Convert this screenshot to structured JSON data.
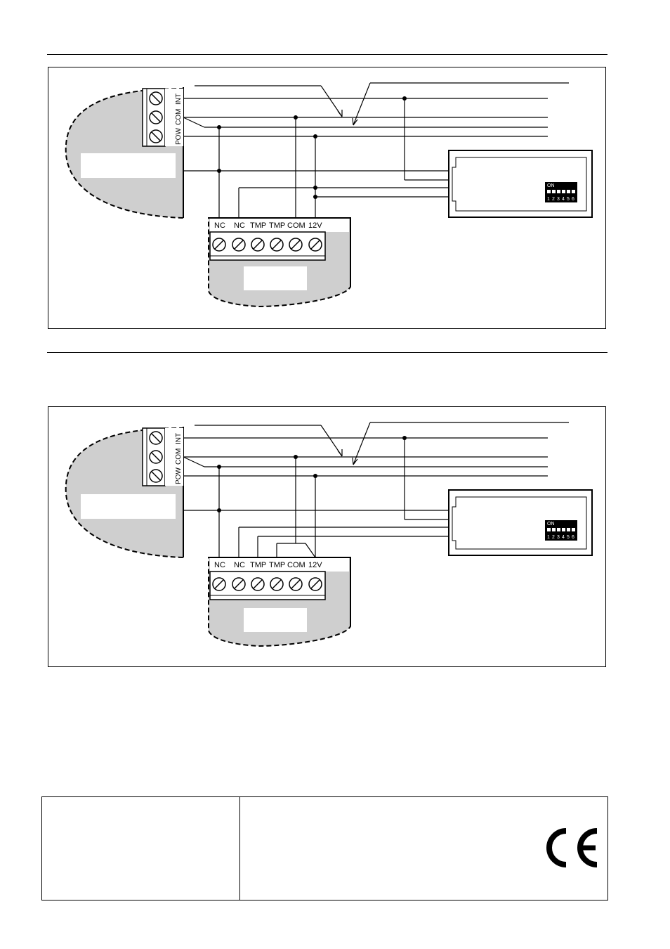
{
  "diagrams": [
    {
      "id": "figure-1",
      "terminal_labels_left": [
        "INT",
        "COM",
        "POW"
      ],
      "terminal_labels_bottom": [
        "NC",
        "NC",
        "TMP",
        "TMP",
        "COM",
        "12V"
      ],
      "dip_switch": {
        "on_label": "ON",
        "numbers": [
          "1",
          "2",
          "3",
          "4",
          "5",
          "6"
        ]
      }
    },
    {
      "id": "figure-2",
      "terminal_labels_left": [
        "INT",
        "COM",
        "POW"
      ],
      "terminal_labels_bottom": [
        "NC",
        "NC",
        "TMP",
        "TMP",
        "COM",
        "12V"
      ],
      "dip_switch": {
        "on_label": "ON",
        "numbers": [
          "1",
          "2",
          "3",
          "4",
          "5",
          "6"
        ]
      }
    }
  ],
  "info_table": {
    "mark": "CE"
  }
}
